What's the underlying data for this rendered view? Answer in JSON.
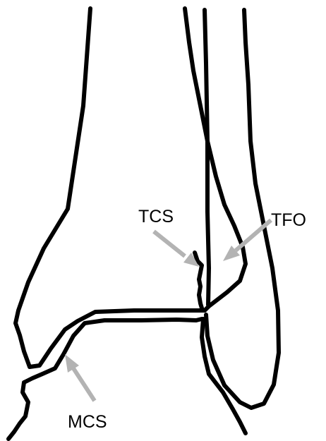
{
  "labels": {
    "tcs": "TCS",
    "tfo": "TFO",
    "mcs": "MCS"
  },
  "colors": {
    "outline": "#000000",
    "arrow": "#b3b3b3",
    "background": "#ffffff"
  }
}
